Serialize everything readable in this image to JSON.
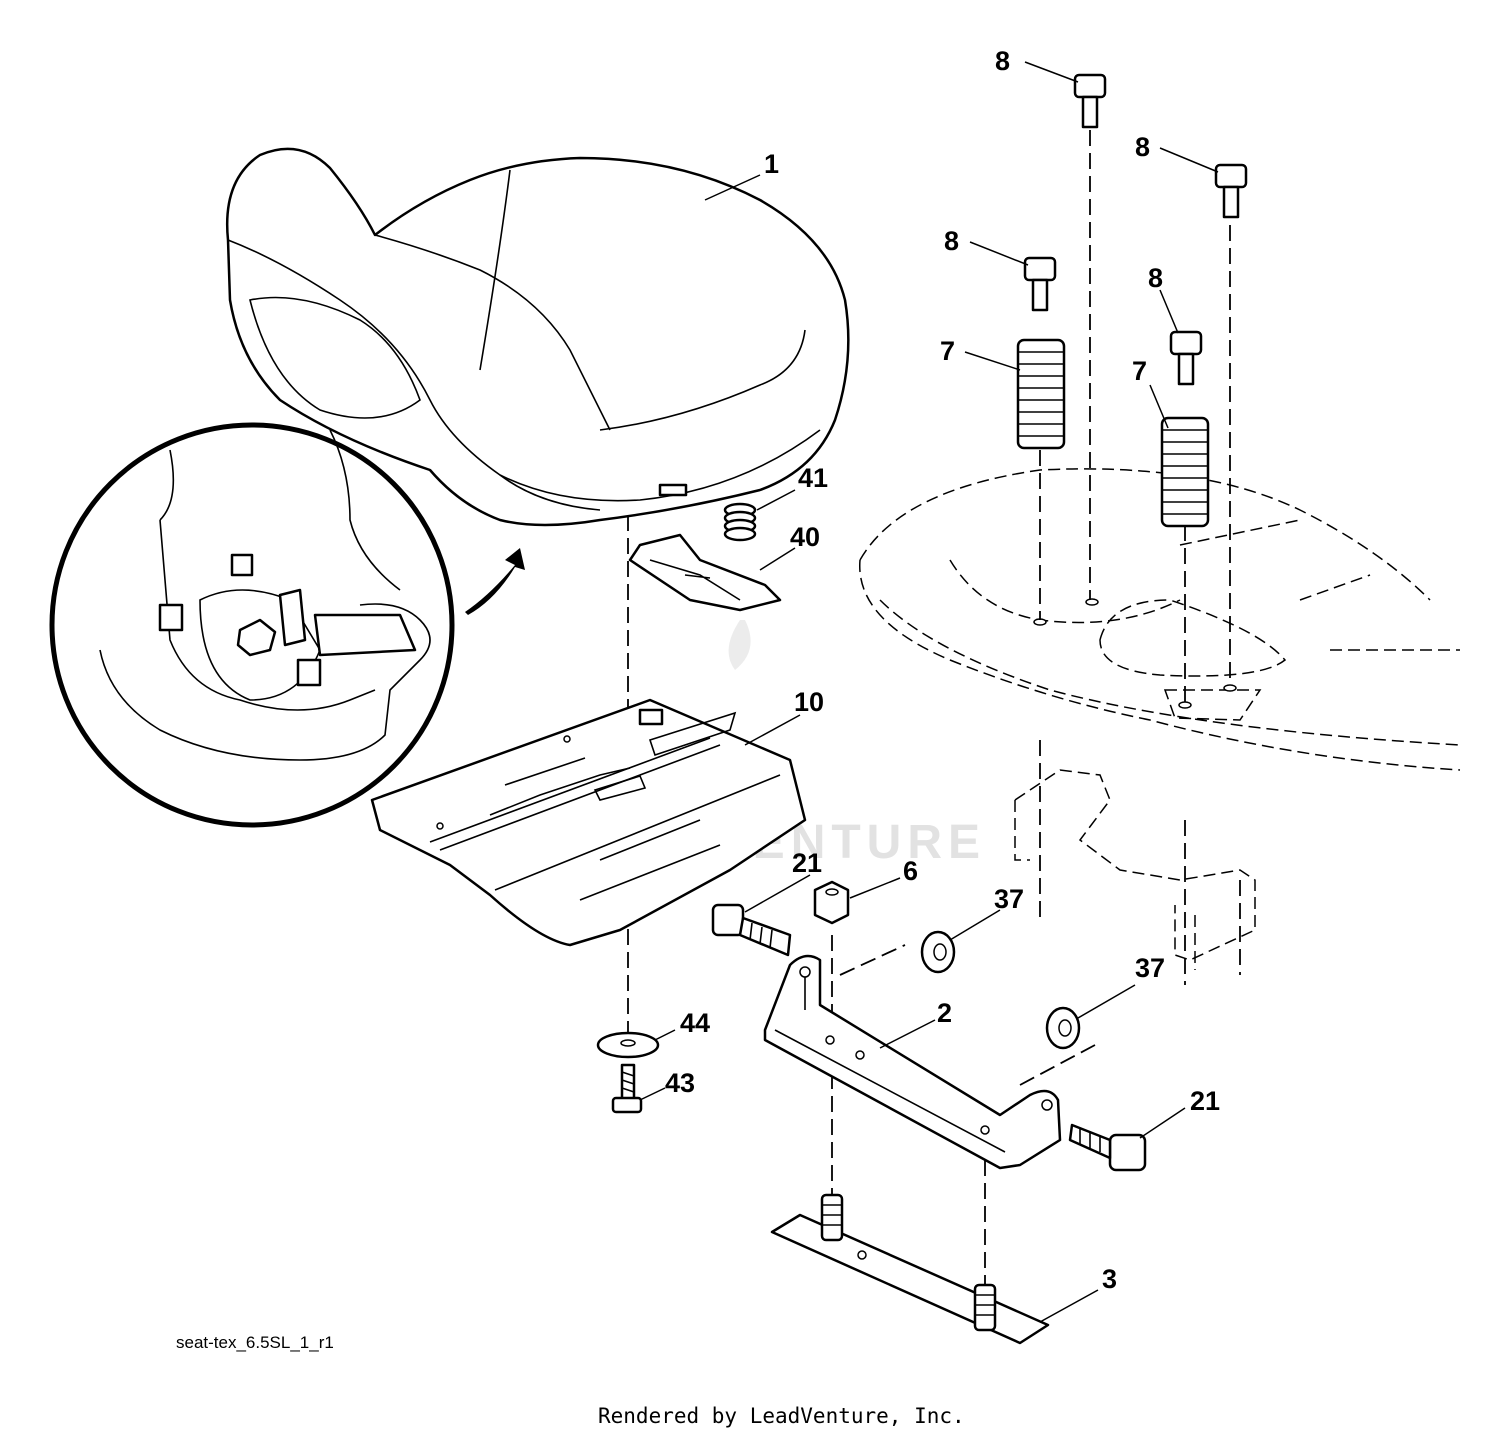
{
  "diagram": {
    "callouts": {
      "c1": "1",
      "c2": "2",
      "c3": "3",
      "c6": "6",
      "c7a": "7",
      "c7b": "7",
      "c8a": "8",
      "c8b": "8",
      "c8c": "8",
      "c8d": "8",
      "c10": "10",
      "c21a": "21",
      "c21b": "21",
      "c37a": "37",
      "c37b": "37",
      "c40": "40",
      "c41": "41",
      "c43": "43",
      "c44": "44"
    },
    "drawing_code": "seat-tex_6.5SL_1_r1",
    "credit": "Rendered by LeadVenture, Inc.",
    "watermark": "LEADVENTURE"
  }
}
